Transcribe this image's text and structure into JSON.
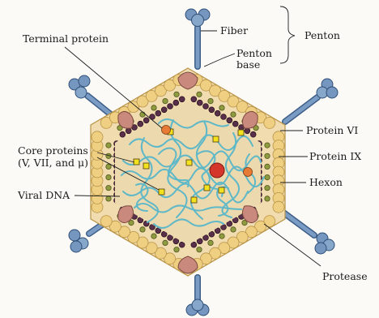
{
  "labels": {
    "fiber": "Fiber",
    "penton": "Penton",
    "penton_base_1": "Penton",
    "penton_base_2": "base",
    "terminal_protein": "Terminal protein",
    "protein_vi": "Protein VI",
    "core_proteins_1": "Core proteins",
    "core_proteins_2": "(V, VII, and μ)",
    "protein_ix": "Protein IX",
    "hexon": "Hexon",
    "viral_dna": "Viral DNA",
    "protease": "Protease"
  },
  "colors": {
    "fiber": "#6d8fb6",
    "fiber_dark": "#3e5f88",
    "penton_base": "#c98a7d",
    "hexon": "#efcf82",
    "hexon_edge": "#b99446",
    "capsid_fill": "#f1dcb0",
    "inner_ring": "#5a2f4a",
    "dna": "#5fb8c8",
    "core_protein": "#f4e21e",
    "terminal_protein": "#e77b35",
    "protease": "#d4362b",
    "protein_ix": "#8f9b3e"
  }
}
